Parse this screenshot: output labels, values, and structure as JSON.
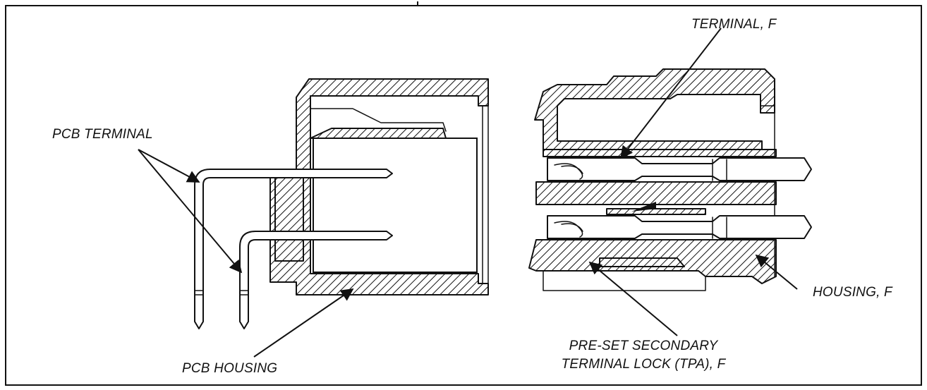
{
  "labels": {
    "pcb_terminal": "PCB TERMINAL",
    "pcb_housing": "PCB HOUSING",
    "terminal_f": "TERMINAL, F",
    "housing_f": "HOUSING, F",
    "tpa_line1": "PRE-SET SECONDARY",
    "tpa_line2": "TERMINAL LOCK (TPA), F"
  }
}
